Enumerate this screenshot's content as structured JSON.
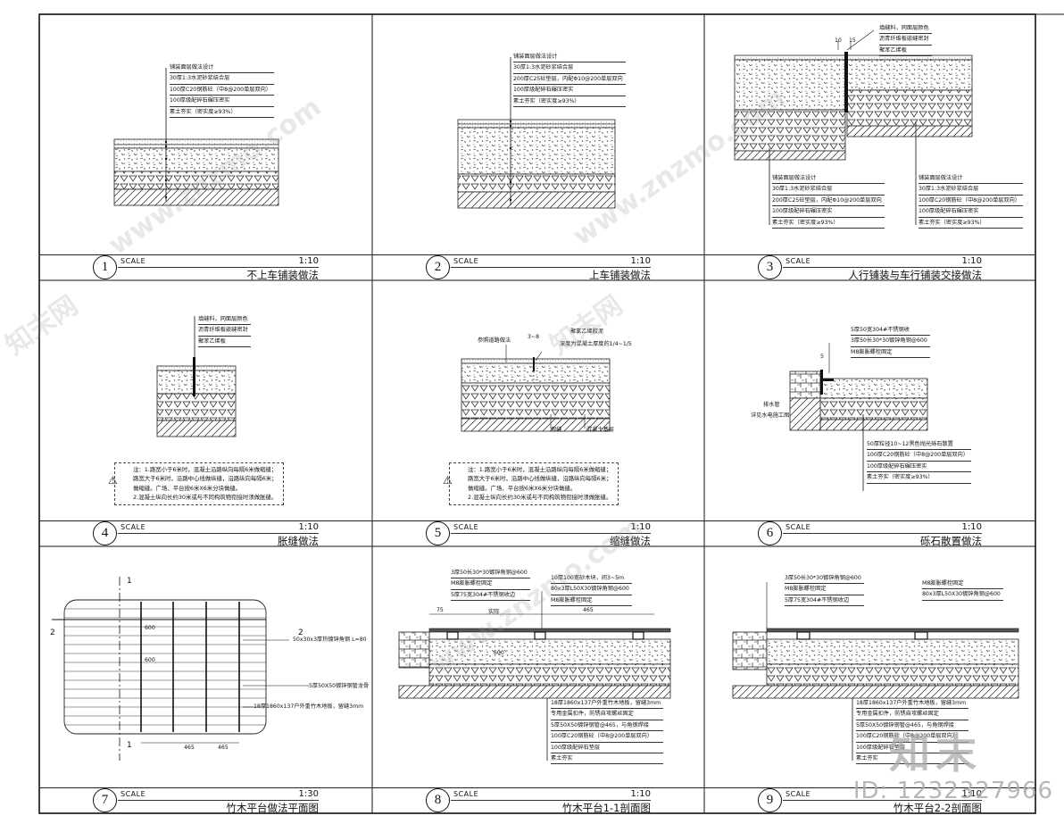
{
  "panels": [
    {
      "number": "1",
      "scale_word": "SCALE",
      "scale": "1:10",
      "title": "不上车铺装做法",
      "callouts": [
        "铺装面层做法设计",
        "30厚1:3水泥砂浆结合层",
        "100厚C20钢筋砼（中8@200单层双向）",
        "100厚级配碎石碾压密实",
        "素土夯实（密实度≥93%）"
      ]
    },
    {
      "number": "2",
      "scale_word": "SCALE",
      "scale": "1:10",
      "title": "上车铺装做法",
      "callouts": [
        "铺装面层做法设计",
        "30厚1:3水泥砂浆结合层",
        "200厚C25砼垫层，内配Φ10@200单层双向",
        "100厚级配碎石碾压密实",
        "素土夯实（密实度≥93%）"
      ]
    },
    {
      "number": "3",
      "scale_word": "SCALE",
      "scale": "1:10",
      "title": "人行铺装与车行铺装交接做法",
      "top_labels": [
        "10",
        "15",
        "填缝料，同面层颜色",
        "沥青纤维板嵌缝密封",
        "聚苯乙烯板"
      ],
      "callouts_left": [
        "铺装面层做法设计",
        "30厚1:3水泥砂浆结合层",
        "200厚C25砼垫层，内配Φ10@200单层双向",
        "100厚级配碎石碾压密实",
        "素土夯实（密实度≥93%）"
      ],
      "callouts_right": [
        "铺装面层做法设计",
        "30厚1:3水泥砂浆结合层",
        "100厚C20钢筋砼（中8@200单层双向）",
        "100厚级配碎石碾压密实",
        "素土夯实（密实度≥93%）"
      ]
    },
    {
      "number": "4",
      "scale_word": "SCALE",
      "scale": "1:10",
      "title": "胀缝做法",
      "callouts": [
        "填缝料，同面层颜色",
        "沥青纤维板嵌缝密封",
        "聚苯乙烯板"
      ],
      "note": [
        "注：1.路宽小于6米时，混凝土沿路纵向每隔6米做缩缝；",
        "路宽大于6米时，沿路中心线做纵缝，沿路纵向每隔6米；",
        "做缩缝。广场、平台按6米X6米分块做缝。",
        "2.混凝土纵向长约30米或与不同构筑物衔接时须做胀缝。"
      ]
    },
    {
      "number": "5",
      "scale_word": "SCALE",
      "scale": "1:10",
      "title": "缩缝做法",
      "labels_top": [
        "参照道路做法",
        "3~8",
        "聚氯乙烯胶泥",
        "深度为混凝土厚度的1/4~1/5"
      ],
      "labels_bottom": [
        "假缝",
        "混凝土基层"
      ],
      "note": [
        "注：1.路宽小于6米时，混凝土沿路纵向每隔6米做缩缝；",
        "路宽大于6米时，沿路中心线做纵缝，沿路纵向每隔6米；",
        "做缩缝。广场、平台按6米X6米分块做缝。",
        "2.混凝土纵向长约30米或与不同构筑物衔接时须做胀缝。"
      ]
    },
    {
      "number": "6",
      "scale_word": "SCALE",
      "scale": "1:10",
      "title": "砾石散置做法",
      "callouts_top": [
        "5厚50宽304#不锈钢收",
        "3厚50长30*30镀锌角钢@600",
        "M8膨胀螺栓固定"
      ],
      "side_labels": [
        "5",
        "排水管",
        "详见水电施工图"
      ],
      "callouts": [
        "50厚粒径10~12黑色抛光砾石散置",
        "100厚C20钢筋砼（中8@200单层双向）",
        "100厚级配碎石碾压密实",
        "素土夯实（密实度≥93%）"
      ]
    },
    {
      "number": "7",
      "scale_word": "SCALE",
      "scale": "1:30",
      "title": "竹木平台做法平面图",
      "section_marks": [
        "1",
        "1",
        "2",
        "2"
      ],
      "dims": [
        "600",
        "600",
        "465",
        "465"
      ],
      "callouts": [
        "50x30x3厚热镀锌角钢 L=80",
        "5厚50X50镀锌钢管龙骨",
        "18厚1860x137户外重竹木地板，留缝3mm"
      ]
    },
    {
      "number": "8",
      "scale_word": "SCALE",
      "scale": "1:10",
      "title": "竹木平台1-1剖面图",
      "callouts_top": [
        "3厚50长30*30镀锌角钢@600",
        "M8膨胀螺栓固定",
        "5厚75宽304#不锈钢收边",
        "10厚100宽砂木块，间3~5m",
        "80x3厚L50X30镀锌角钢@600",
        "M8膨胀螺栓固定"
      ],
      "dims": [
        "75",
        "实际",
        "465",
        "600"
      ],
      "callouts": [
        "18厚1860x137户外重竹木地板，留缝3mm",
        "专用金属扣件，防锈自攻螺丝固定",
        "5厚50X50镀锌钢管@465，与角钢焊接",
        "100厚C20钢筋砼（中8@200单层双向）",
        "100厚级配碎石垫层",
        "素土夯实"
      ]
    },
    {
      "number": "9",
      "scale_word": "SCALE",
      "scale": "1:10",
      "title": "竹木平台2-2剖面图",
      "callouts_top": [
        "3厚50长30*30镀锌角钢@600",
        "M8膨胀螺栓固定",
        "5厚75宽304#不锈钢收边",
        "M8膨胀螺栓固定",
        "80x3厚L50X30镀锌角钢@600"
      ],
      "callouts": [
        "18厚1860x137户外重竹木地板，留缝3mm",
        "专用金属扣件，防锈自攻螺丝固定",
        "5厚50X50镀锌钢管@465，与角钢焊接",
        "100厚C20钢筋砼（中8@200单层双向）",
        "100厚级配碎石垫层",
        "素土夯实"
      ]
    }
  ],
  "watermarks": {
    "site": "www.znzmo.com",
    "brand": "知末网",
    "logo": "知末",
    "id": "ID: 1232327966"
  }
}
